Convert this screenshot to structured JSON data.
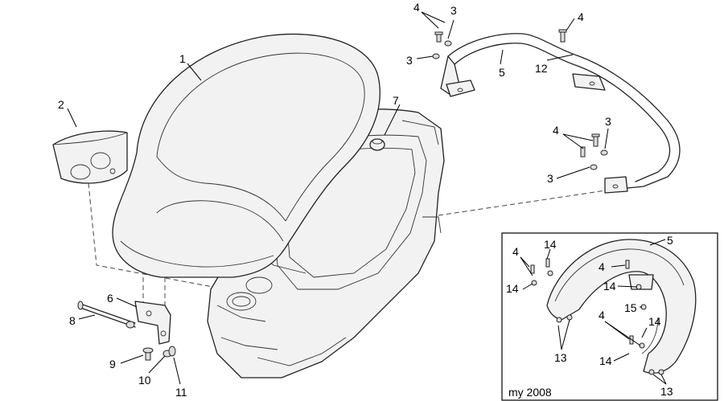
{
  "callouts": {
    "c1": "1",
    "c2": "2",
    "c3a": "3",
    "c3b": "3",
    "c3c": "3",
    "c3d": "3",
    "c4a": "4",
    "c4b": "4",
    "c4c": "4",
    "c5": "5",
    "c6": "6",
    "c7": "7",
    "c8": "8",
    "c9": "9",
    "c10": "10",
    "c11": "11",
    "c12": "12"
  },
  "inset": {
    "label": "my 2008",
    "callouts": {
      "c5": "5",
      "c4a": "4",
      "c4b": "4",
      "c4c": "4",
      "c14a": "14",
      "c14b": "14",
      "c14c": "14",
      "c14d": "14",
      "c14e": "14",
      "c15": "15",
      "c13a": "13",
      "c13b": "13"
    }
  }
}
